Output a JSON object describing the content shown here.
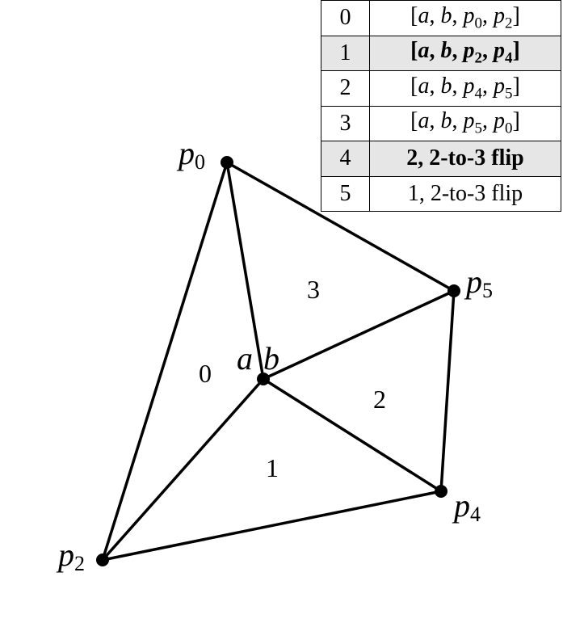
{
  "table": {
    "rows": [
      {
        "index": "0",
        "items": [
          {
            "t": "[",
            "i": false
          },
          {
            "t": "a",
            "i": true
          },
          {
            "t": ", ",
            "i": false
          },
          {
            "t": "b",
            "i": true
          },
          {
            "t": ", ",
            "i": false
          },
          {
            "t": "p",
            "i": true,
            "sub": "0"
          },
          {
            "t": ", ",
            "i": false
          },
          {
            "t": "p",
            "i": true,
            "sub": "2"
          },
          {
            "t": "]",
            "i": false
          }
        ],
        "highlight": false
      },
      {
        "index": "1",
        "items": [
          {
            "t": "[",
            "i": false
          },
          {
            "t": "a",
            "i": true
          },
          {
            "t": ", ",
            "i": false
          },
          {
            "t": "b",
            "i": true
          },
          {
            "t": ", ",
            "i": false
          },
          {
            "t": "p",
            "i": true,
            "sub": "2"
          },
          {
            "t": ", ",
            "i": false
          },
          {
            "t": "p",
            "i": true,
            "sub": "4"
          },
          {
            "t": "]",
            "i": false
          }
        ],
        "highlight": true
      },
      {
        "index": "2",
        "items": [
          {
            "t": "[",
            "i": false
          },
          {
            "t": "a",
            "i": true
          },
          {
            "t": ", ",
            "i": false
          },
          {
            "t": "b",
            "i": true
          },
          {
            "t": ", ",
            "i": false
          },
          {
            "t": "p",
            "i": true,
            "sub": "4"
          },
          {
            "t": ", ",
            "i": false
          },
          {
            "t": "p",
            "i": true,
            "sub": "5"
          },
          {
            "t": "]",
            "i": false
          }
        ],
        "highlight": false
      },
      {
        "index": "3",
        "items": [
          {
            "t": "[",
            "i": false
          },
          {
            "t": "a",
            "i": true
          },
          {
            "t": ", ",
            "i": false
          },
          {
            "t": "b",
            "i": true
          },
          {
            "t": ", ",
            "i": false
          },
          {
            "t": "p",
            "i": true,
            "sub": "5"
          },
          {
            "t": ", ",
            "i": false
          },
          {
            "t": "p",
            "i": true,
            "sub": "0"
          },
          {
            "t": "]",
            "i": false
          }
        ],
        "highlight": false
      },
      {
        "index": "4",
        "items": [
          {
            "t": "2, 2-to-3 flip",
            "i": false
          }
        ],
        "highlight": true
      },
      {
        "index": "5",
        "items": [
          {
            "t": "1, 2-to-3 flip",
            "i": false
          }
        ],
        "highlight": false
      }
    ]
  },
  "diagram": {
    "vertices": [
      {
        "id": "p0",
        "label": "p",
        "sub": "0"
      },
      {
        "id": "p2",
        "label": "p",
        "sub": "2"
      },
      {
        "id": "p4",
        "label": "p",
        "sub": "4"
      },
      {
        "id": "p5",
        "label": "p",
        "sub": "5"
      },
      {
        "id": "ab",
        "label_a": "a",
        "label_b": "b"
      }
    ],
    "regions": [
      "0",
      "1",
      "2",
      "3"
    ]
  }
}
